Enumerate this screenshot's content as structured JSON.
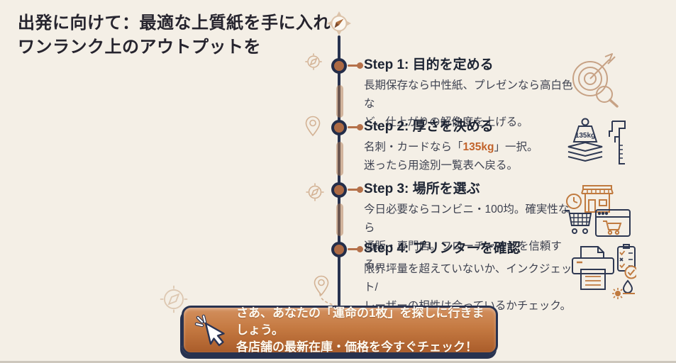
{
  "title": {
    "line1": "出発に向けて：最適な上質紙を手に入れ、",
    "line2": "ワンランク上のアウトプットを"
  },
  "timeline": {
    "steps": [
      {
        "heading": "Step 1: 目的を定める",
        "line1": "長期保存なら中性紙、プレゼンなら高白色な",
        "line2": "ど、仕上がりの解像度を上げる。",
        "icon": "target-magnifier-icon"
      },
      {
        "heading": "Step 2: 厚さを決める",
        "line1_before": "名刺・カードなら「",
        "line1_highlight": "135kg",
        "line1_after": "」一択。",
        "line2": "迷ったら用途別一覧表へ戻る。",
        "icon": "weight-caliper-icon",
        "weight_label": "135kg"
      },
      {
        "heading": "Step 3: 場所を選ぶ",
        "line1": "今日必要ならコンビニ・100均。確実性なら",
        "line2": "通販・専門店。フローチャートを信頼する。",
        "icon": "store-shopping-icon"
      },
      {
        "heading": "Step 4: プリンターを確認",
        "line1": "限界坪量を超えていないか、インクジェット/",
        "line2": "レーザーの相性は合っているかチェック。",
        "icon": "printer-check-icon"
      }
    ]
  },
  "banner": {
    "line1": "さあ、あなたの「運命の1枚」を探しに行きましょう。",
    "line2": "各店舗の最新在庫・価格を今すぐチェック！"
  },
  "colors": {
    "background": "#f4efe6",
    "navy": "#27324f",
    "copper_node": "#ad6a44",
    "accent_orange": "#c2632b",
    "icon_tan": "#c9a689",
    "icon_navy": "#2e3852",
    "icon_orange": "#c07a3f",
    "banner_top": "#d3905f",
    "banner_bottom": "#aa5c2a"
  }
}
